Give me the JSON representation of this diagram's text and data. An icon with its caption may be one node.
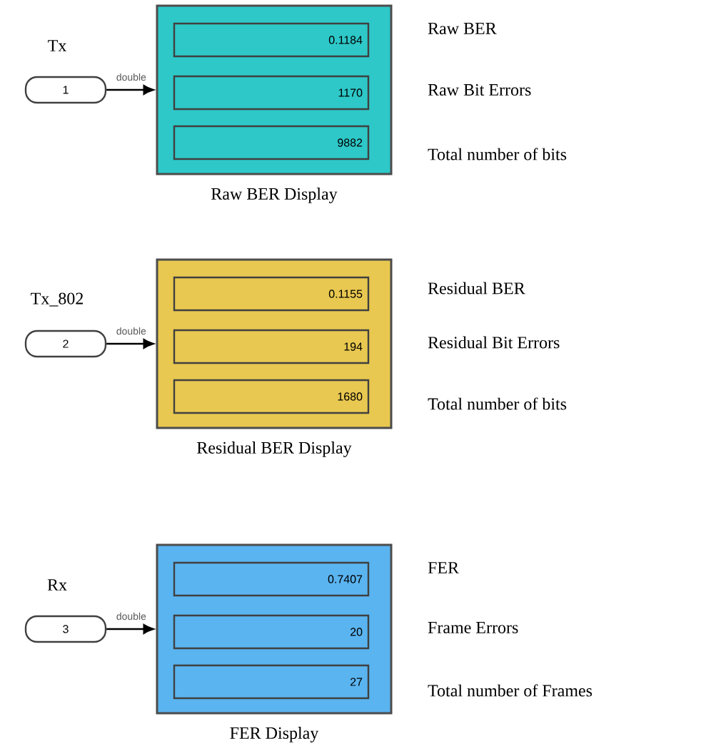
{
  "diagram": {
    "nodes": [
      {
        "text": [
          "1"
        ],
        "beside": [
          "Tx"
        ]
      },
      {
        "text": [
          "Raw BER Display"
        ]
      },
      {
        "text": [
          "0.1184"
        ],
        "in": 1,
        "beside": [
          "Raw BER"
        ]
      },
      {
        "text": [
          "1170"
        ],
        "in": 1,
        "beside": [
          "Raw Bit Errors"
        ]
      },
      {
        "text": [
          "9882"
        ],
        "in": 1,
        "beside": [
          "Total number of bits"
        ]
      },
      {
        "text": [
          "2"
        ],
        "beside": [
          "Tx_802"
        ]
      },
      {
        "text": [
          "Residual BER Display"
        ]
      },
      {
        "text": [
          "0.1155"
        ],
        "in": 6,
        "beside": [
          "Residual BER"
        ]
      },
      {
        "text": [
          "194"
        ],
        "in": 6,
        "beside": [
          "Residual Bit Errors"
        ]
      },
      {
        "text": [
          "1680"
        ],
        "in": 6,
        "beside": [
          "Total number of bits"
        ]
      },
      {
        "text": [
          "3"
        ],
        "beside": [
          "Rx"
        ]
      },
      {
        "text": [
          "FER Display"
        ]
      },
      {
        "text": [
          "0.7407"
        ],
        "in": 11,
        "beside": [
          "FER"
        ]
      },
      {
        "text": [
          "20"
        ],
        "in": 11,
        "beside": [
          "Frame Errors"
        ]
      },
      {
        "text": [
          "27"
        ],
        "in": 11,
        "beside": [
          "Total number of Frames"
        ]
      }
    ],
    "edges": [
      {
        "from": 0,
        "to": 1,
        "arrow": "to",
        "label": "double"
      },
      {
        "from": 5,
        "to": 6,
        "arrow": "to",
        "label": "double"
      },
      {
        "from": 10,
        "to": 11,
        "arrow": "to",
        "label": "double"
      }
    ]
  }
}
